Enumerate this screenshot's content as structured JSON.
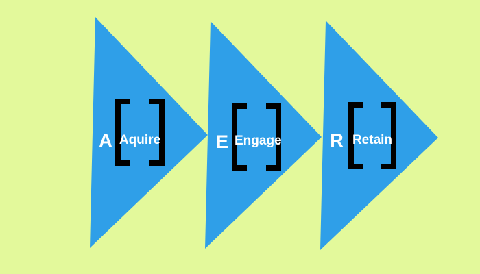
{
  "colors": {
    "background": "#e3f99b",
    "triangle": "#2f9fe8",
    "bracket": "#000000",
    "text": "#ffffff"
  },
  "stages": [
    {
      "letter": "A",
      "label": "Aquire"
    },
    {
      "letter": "E",
      "label": "Engage"
    },
    {
      "letter": "R",
      "label": "Retain"
    }
  ]
}
